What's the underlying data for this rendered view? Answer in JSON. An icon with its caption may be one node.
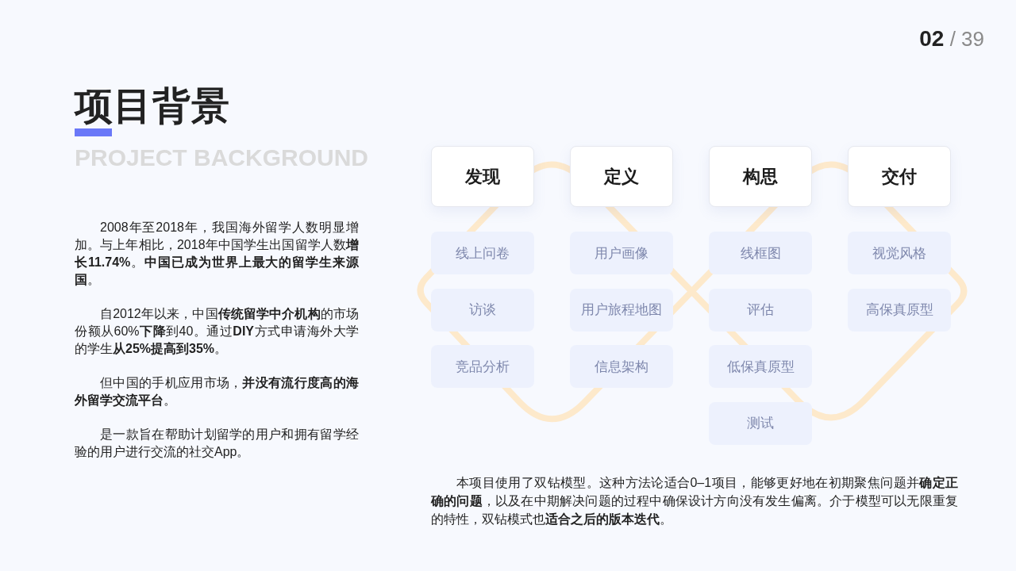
{
  "diagram": {
    "title": "项目背景",
    "nodes": [
      {
        "text": [
          "发现"
        ]
      },
      {
        "text": [
          "线上问卷"
        ]
      },
      {
        "text": [
          "访谈"
        ]
      },
      {
        "text": [
          "竞品分析"
        ]
      },
      {
        "text": [
          "定义"
        ]
      },
      {
        "text": [
          "用户画像"
        ]
      },
      {
        "text": [
          "用户旅程地图"
        ]
      },
      {
        "text": [
          "信息架构"
        ]
      },
      {
        "text": [
          "构思"
        ]
      },
      {
        "text": [
          "线框图"
        ]
      },
      {
        "text": [
          "评估"
        ]
      },
      {
        "text": [
          "低保真原型"
        ]
      },
      {
        "text": [
          "测试"
        ]
      },
      {
        "text": [
          "交付"
        ]
      },
      {
        "text": [
          "视觉风格"
        ]
      },
      {
        "text": [
          "高保真原型"
        ]
      }
    ],
    "labels": [
      "**02** / 39",
      "PROJECT BACKGROUND",
      "2008年至2018年，我国海外留学人数明显增加。与上年相比，2018年中国学生出国留学人数**增长11.74%**。**中国已成为世界上最大的留学生来源国**。",
      "自2012年以来，中国**传统留学中介机构**的市场份额从60%**下降**到40。通过**DIY**方式申请海外大学的学生**从25%提高到35%**。",
      "但中国的手机应用市场，**并没有流行度高的海外留学交流平台**。",
      "是一款旨在帮助计划留学的用户和拥有留学经验的用户进行交流的社交App。",
      "本项目使用了双钻模型。这种方法论适合0–1项目，能够更好地在初期聚焦问题并**确定正确的问题**，以及在中期解决问题的过程中确保设计方向没有发生偏离。介于模型可以无限重复的特性，双钻模式也**适合之后的版本迭代**。"
    ]
  }
}
